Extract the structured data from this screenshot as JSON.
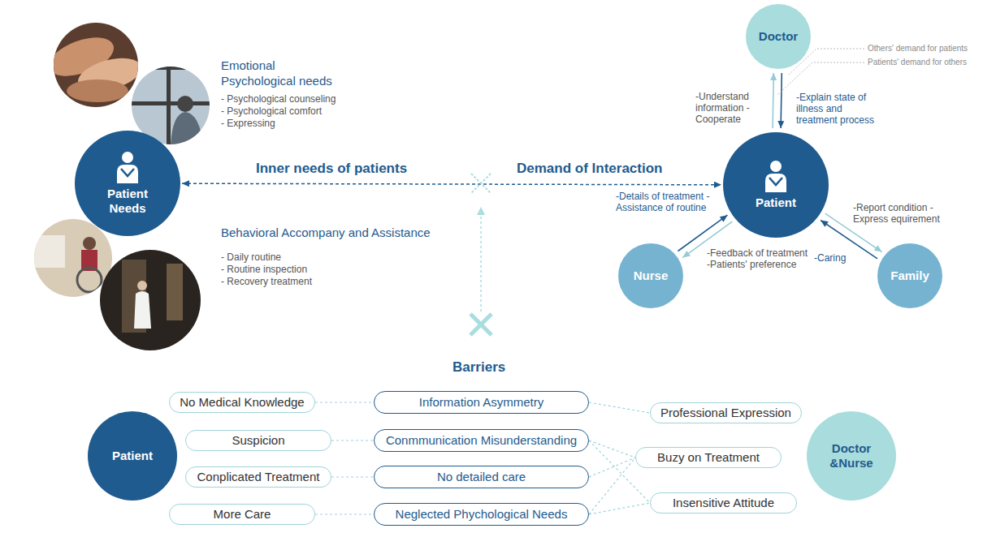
{
  "diagram": {
    "nodes": [
      {
        "text": [
          "Patient Needs"
        ]
      },
      {
        "text": [
          "Doctor"
        ]
      },
      {
        "text": [
          "Patient"
        ]
      },
      {
        "text": [
          "Nurse"
        ]
      },
      {
        "text": [
          "Family"
        ]
      },
      {
        "text": [
          "Patient"
        ]
      },
      {
        "text": [
          "No Medical Knowledge"
        ]
      },
      {
        "text": [
          "Suspicion"
        ]
      },
      {
        "text": [
          "Conplicated Treatment"
        ]
      },
      {
        "text": [
          "More Care"
        ]
      },
      {
        "text": [
          "Information Asymmetry"
        ]
      },
      {
        "text": [
          "Conmmunication Misunderstanding"
        ]
      },
      {
        "text": [
          "No detailed care"
        ]
      },
      {
        "text": [
          "Neglected Phychological Needs"
        ]
      },
      {
        "text": [
          "Professional Expression"
        ]
      },
      {
        "text": [
          "Buzy on Treatment"
        ]
      },
      {
        "text": [
          "Insensitive Attitude"
        ]
      },
      {
        "text": [
          "Doctor &Nurse"
        ]
      }
    ],
    "edges": [
      {
        "from": 0,
        "to": 2,
        "arrow": "both"
      },
      {
        "from": 1,
        "to": 2,
        "label": "-Explain state of illness and treatment process",
        "arrow": "to"
      },
      {
        "from": 2,
        "to": 1,
        "label": "-Understand information -Cooperate",
        "arrow": "to"
      },
      {
        "from": 3,
        "to": 2,
        "label": "-Details of treatment -Assistance of routine",
        "arrow": "to"
      },
      {
        "from": 2,
        "to": 3,
        "label": "-Feedback of treatment -Patients' preference",
        "arrow": "to"
      },
      {
        "from": 2,
        "to": 4,
        "label": "-Report condition -Express equirement",
        "arrow": "to"
      },
      {
        "from": 4,
        "to": 2,
        "label": "-Caring",
        "arrow": "to"
      },
      {
        "from": 6,
        "to": 10,
        "arrow": "none"
      },
      {
        "from": 7,
        "to": 11,
        "arrow": "none"
      },
      {
        "from": 8,
        "to": 12,
        "arrow": "none"
      },
      {
        "from": 9,
        "to": 13,
        "arrow": "none"
      },
      {
        "from": 10,
        "to": 14,
        "arrow": "none"
      },
      {
        "from": 11,
        "to": 15,
        "arrow": "none"
      },
      {
        "from": 11,
        "to": 16,
        "arrow": "none"
      },
      {
        "from": 12,
        "to": 15,
        "arrow": "none"
      },
      {
        "from": 13,
        "to": 15,
        "arrow": "none"
      },
      {
        "from": 13,
        "to": 16,
        "arrow": "none"
      }
    ],
    "labels": [
      "Emotional Psychological needs",
      "- Psychological counseling",
      "- Psychological comfort",
      "- Expressing",
      "Behavioral Accompany and Assistance",
      "- Daily routine",
      "- Routine inspection",
      "- Recovery treatment",
      "Inner needs of patients",
      "Demand of Interaction",
      "Others' demand for patients",
      "Patients' demand for others",
      "Barriers"
    ]
  }
}
